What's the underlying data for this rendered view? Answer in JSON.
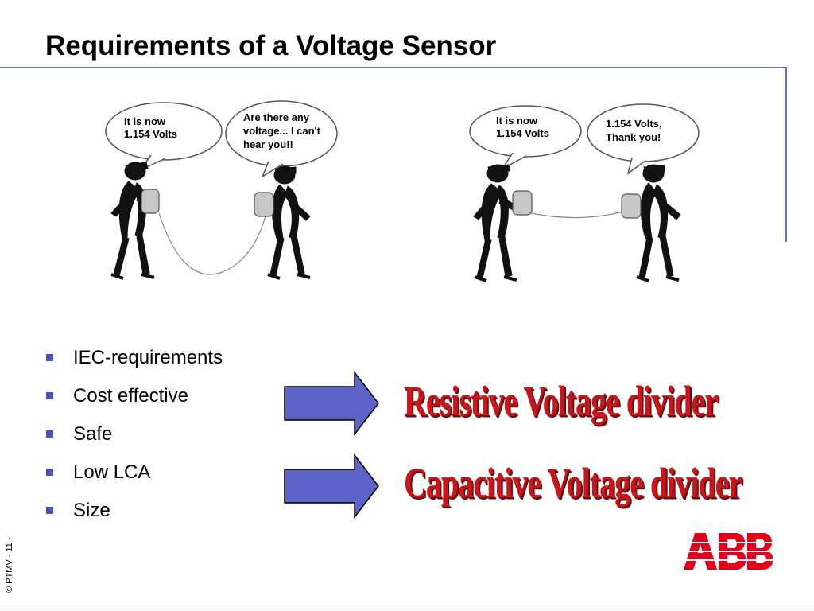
{
  "slide": {
    "title": "Requirements of a Voltage Sensor",
    "footer": "© PTMV  - 11 -",
    "logo_text": "ABB"
  },
  "cartoon_left": {
    "bubble_a": [
      "It is now",
      "1.154 Volts"
    ],
    "bubble_b": [
      "Are there any",
      "voltage... I can't",
      "hear you!!"
    ]
  },
  "cartoon_right": {
    "bubble_a": [
      "It is now",
      "1.154 Volts"
    ],
    "bubble_b": [
      "1.154 Volts,",
      "Thank you!"
    ]
  },
  "bullets": [
    "IEC-requirements",
    "Cost effective",
    "Safe",
    "Low LCA",
    "Size"
  ],
  "dividers": {
    "resistive": "Resistive Voltage divider",
    "capacitive": "Capacitive Voltage divider"
  },
  "colors": {
    "accent_blue": "#5b63c8",
    "rule_blue": "#6b6fc4",
    "abb_red": "#e2001a",
    "divider_red": "#c8171c"
  }
}
